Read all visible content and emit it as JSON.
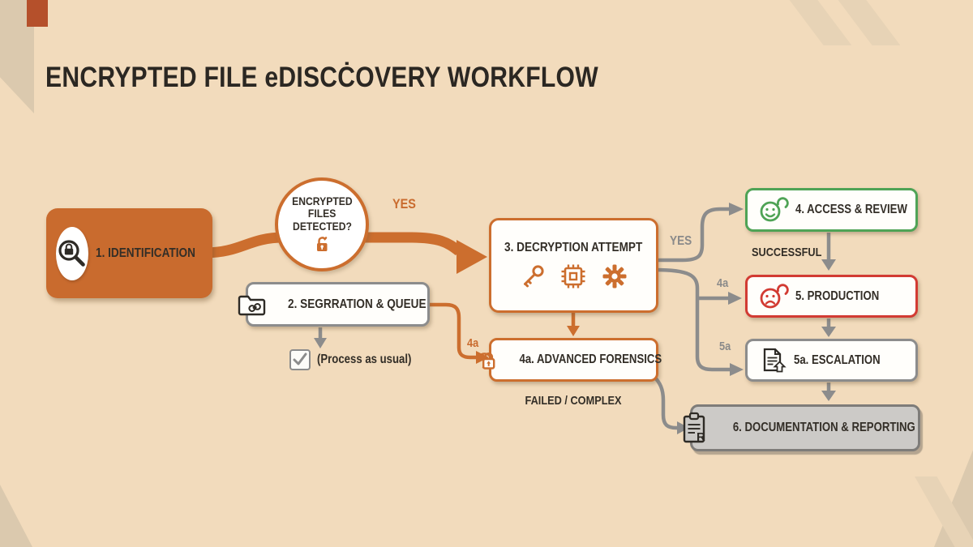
{
  "title": "ENCRYPTED FILE eDISCĊOVERY WORKFLOW",
  "decision": {
    "line1": "ENCRYPTED",
    "line2": "FILES",
    "line3": "DETECTED?"
  },
  "nodes": {
    "identification": "1. IDENTIFICATION",
    "segregation": "2. SEGRRATION & QUEUE",
    "decryption": "3. DECRYPTION ATTEMPT",
    "forensics": "4a. ADVANCED FORENSICS",
    "access": "4. ACCESS & REVIEW",
    "production": "5. PRODUCTION",
    "escalation": "5a. ESCALATION",
    "documentation": "6. DOCUMENTATION & REPORTING"
  },
  "annotations": {
    "process_note": "(Process as usual)",
    "failed_note": "FAILED / COMPLEX",
    "success_note": "SUCCESSFUL"
  },
  "edge_labels": {
    "yes_primary": "YES",
    "yes_secondary": "YES",
    "forensics_path": "4a",
    "production_path": "4a",
    "escalation_path": "5a"
  },
  "colors": {
    "orange": "#C96B2E",
    "green": "#4FA356",
    "red": "#D23B33",
    "gray": "#8C8C8C",
    "dark": "#2E2B26",
    "background": "#F2DBBC",
    "corner_tan": "#DBC9AE"
  }
}
